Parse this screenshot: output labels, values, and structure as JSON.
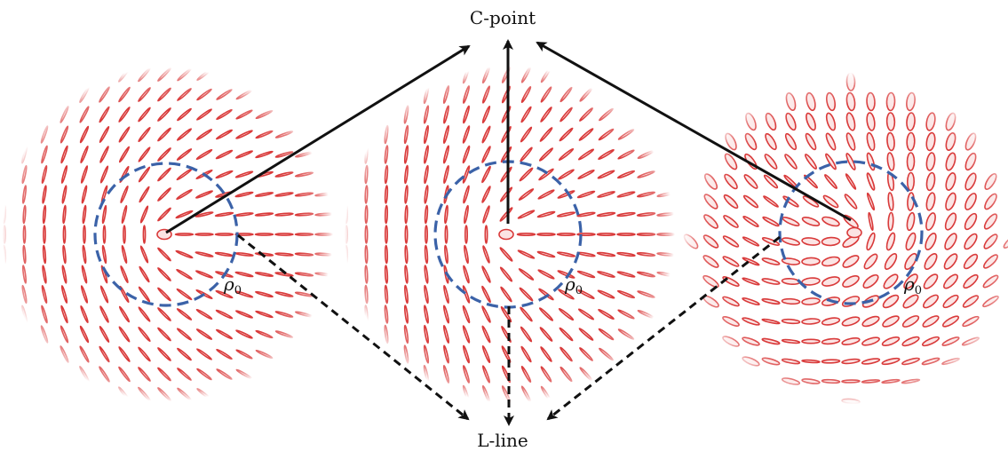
{
  "labels": {
    "top": "C-point",
    "bottom": "L-line",
    "radius_symbol": "ρ",
    "radius_subscript": "0"
  },
  "colors": {
    "ellipse": "#d93a3a",
    "ellipse_fill": "#fbe4e4",
    "boundary": "#3b62a8",
    "arrow": "#111111"
  },
  "panels": [
    {
      "name": "panel-left"
    },
    {
      "name": "panel-middle"
    },
    {
      "name": "panel-right"
    }
  ]
}
